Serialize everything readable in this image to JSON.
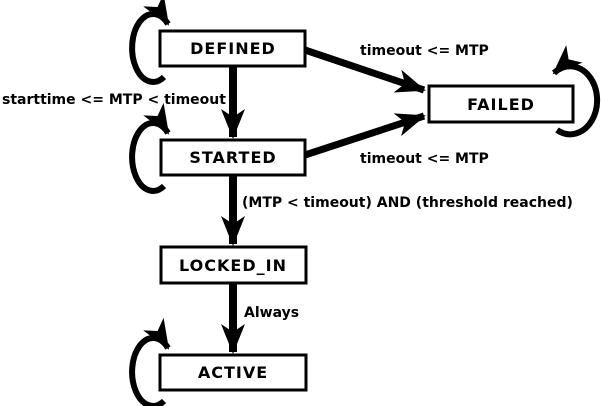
{
  "diagram": {
    "title": "state-machine-diagram",
    "colors": {
      "stroke": "#000000",
      "fill": "#ffffff"
    },
    "states": [
      {
        "id": "defined",
        "label": "DEFINED",
        "self_loop": "left"
      },
      {
        "id": "started",
        "label": "STARTED",
        "self_loop": "left"
      },
      {
        "id": "failed",
        "label": "FAILED",
        "self_loop": "right"
      },
      {
        "id": "locked_in",
        "label": "LOCKED_IN",
        "self_loop": "none"
      },
      {
        "id": "active",
        "label": "ACTIVE",
        "self_loop": "left"
      }
    ],
    "transitions": [
      {
        "from": "defined",
        "to": "started",
        "label": "starttime <= MTP < timeout"
      },
      {
        "from": "defined",
        "to": "failed",
        "label": "timeout <= MTP"
      },
      {
        "from": "started",
        "to": "failed",
        "label": "timeout <= MTP"
      },
      {
        "from": "started",
        "to": "locked_in",
        "label": "(MTP < timeout) AND (threshold reached)"
      },
      {
        "from": "locked_in",
        "to": "active",
        "label": "Always"
      }
    ]
  }
}
